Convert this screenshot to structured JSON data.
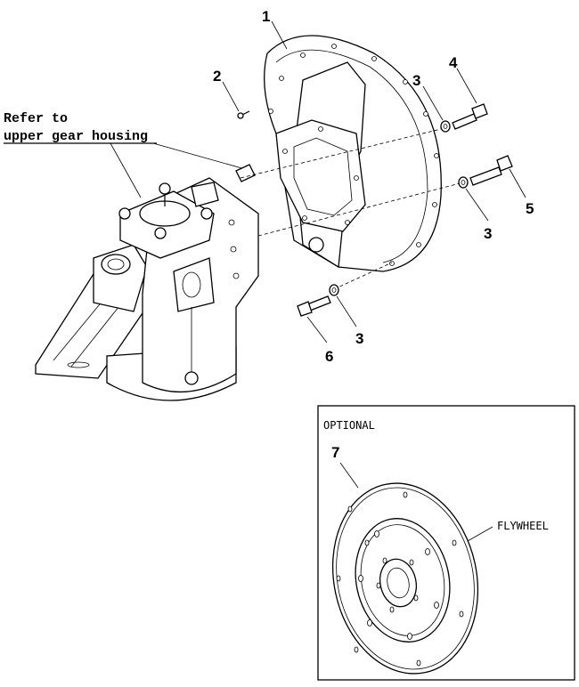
{
  "diagram": {
    "note_line1": "Refer to",
    "note_line2": "upper gear housing",
    "callouts": [
      "1",
      "2",
      "3",
      "4",
      "3",
      "5",
      "3",
      "6",
      "7"
    ],
    "optional_box": {
      "title": "OPTIONAL",
      "flywheel_label": "FLYWHEEL"
    }
  }
}
